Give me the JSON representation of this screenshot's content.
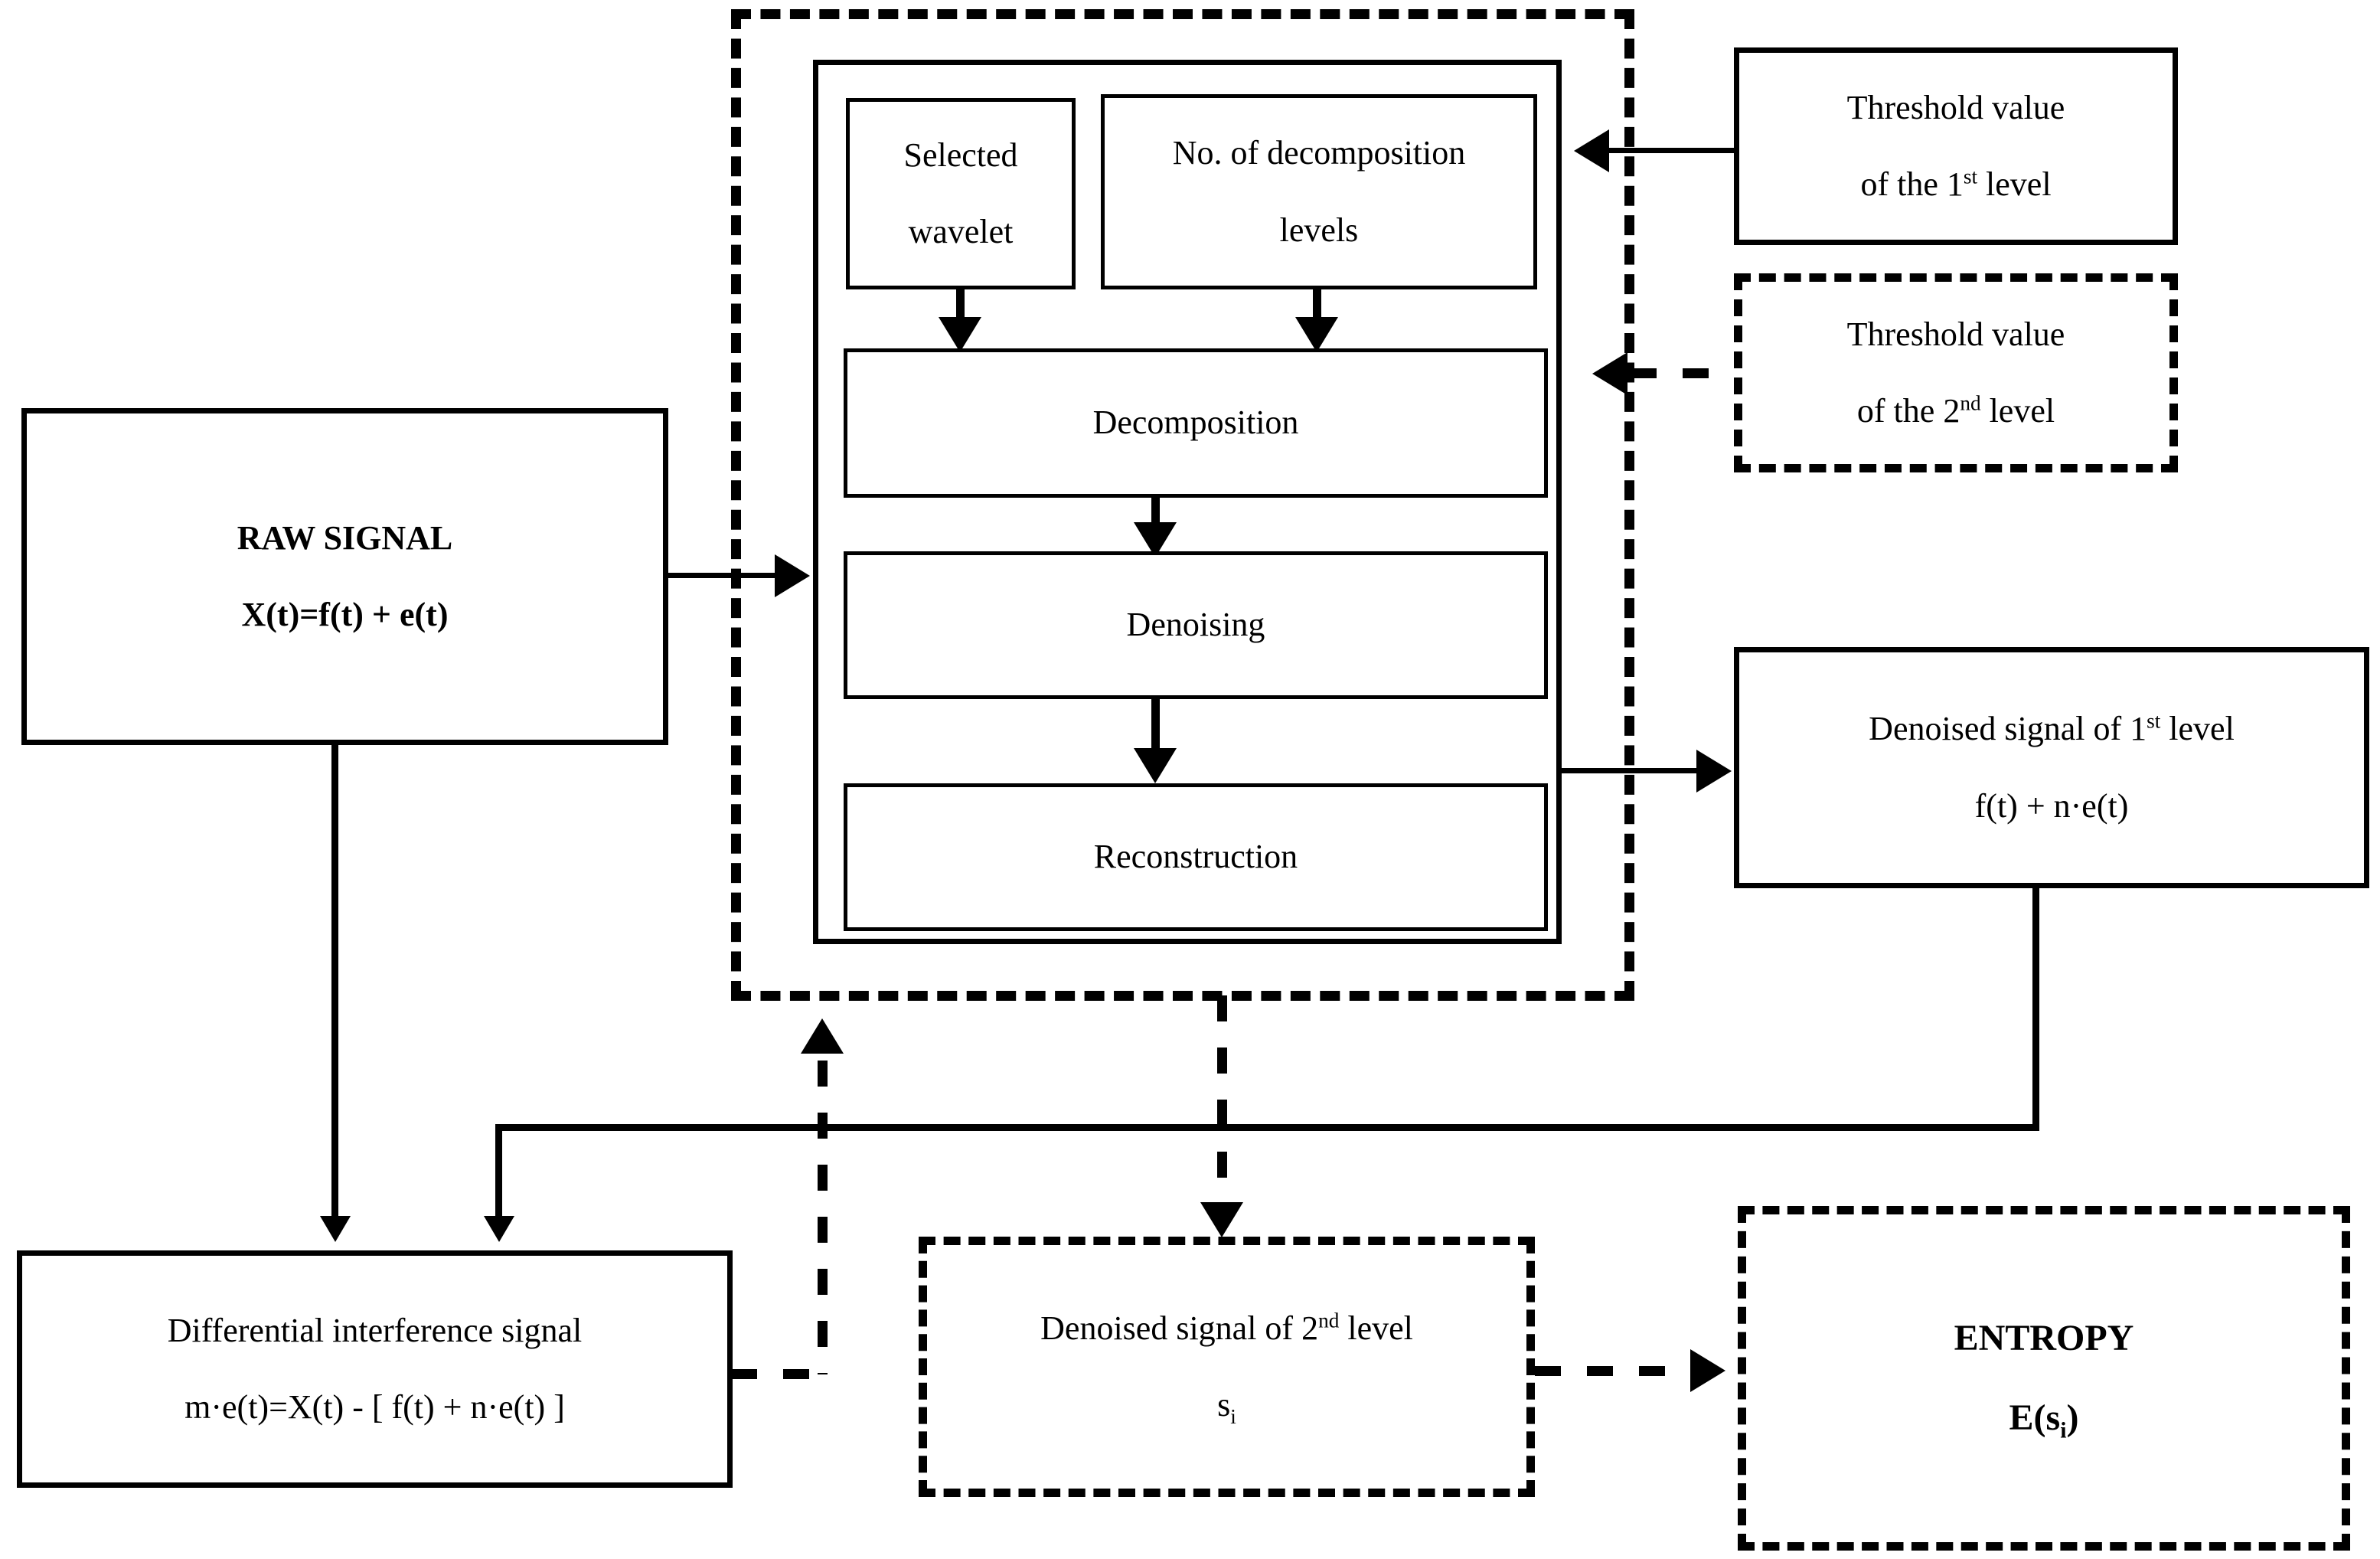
{
  "diagram": {
    "title": "Wavelet denoising and entropy flow diagram",
    "colors": {
      "stroke": "#000000",
      "background": "#ffffff"
    }
  },
  "nodes": {
    "raw_signal": {
      "line1": "RAW SIGNAL",
      "line2": "X(t)=f(t) + e(t)",
      "border": "solid"
    },
    "selected_wavelet": {
      "line1": "Selected",
      "line2": "wavelet",
      "border": "solid"
    },
    "decomposition_levels": {
      "line1": "No. of decomposition",
      "line2": "levels",
      "border": "solid"
    },
    "decomposition": {
      "line1": "Decomposition",
      "border": "solid"
    },
    "denoising": {
      "line1": "Denoising",
      "border": "solid"
    },
    "reconstruction": {
      "line1": "Reconstruction",
      "border": "solid"
    },
    "threshold_level1": {
      "line1": "Threshold value",
      "line2_pre": "of the 1",
      "line2_sup": "st",
      "line2_post": " level",
      "border": "solid"
    },
    "threshold_level2": {
      "line1": "Threshold value",
      "line2_pre": "of the 2",
      "line2_sup": "nd",
      "line2_post": " level",
      "border": "dashed"
    },
    "denoised_level1": {
      "line1_pre": "Denoised signal of 1",
      "line1_sup": "st",
      "line1_post": " level",
      "line2": "f(t) + n·e(t)",
      "border": "solid"
    },
    "denoised_level2": {
      "line1_pre": "Denoised signal of 2",
      "line1_sup": "nd",
      "line1_post": " level",
      "line2_pre": "s",
      "line2_sub": "i",
      "border": "dashed"
    },
    "differential_signal": {
      "line1": "Differential interference signal",
      "line2": "m·e(t)=X(t) - [ f(t) + n·e(t) ]",
      "border": "solid"
    },
    "entropy": {
      "line1": "ENTROPY",
      "line2_pre": "E(s",
      "line2_sub": "i",
      "line2_post": ")",
      "border": "dashed"
    }
  },
  "containers": {
    "wavelet_process_dashed": {
      "label": "wavelet denoising process outer dashed container"
    },
    "wavelet_process_solid": {
      "label": "wavelet denoising process inner solid container"
    }
  },
  "connectors": [
    {
      "name": "raw-to-process",
      "style": "solid",
      "from": "raw_signal",
      "to": "wavelet_process_dashed"
    },
    {
      "name": "threshold1-to-process",
      "style": "solid",
      "from": "threshold_level1",
      "to": "wavelet_process_dashed"
    },
    {
      "name": "threshold2-to-process",
      "style": "dashed",
      "from": "threshold_level2",
      "to": "wavelet_process_dashed"
    },
    {
      "name": "wavelet-to-decomposition",
      "style": "solid",
      "from": "selected_wavelet",
      "to": "decomposition"
    },
    {
      "name": "levels-to-decomposition",
      "style": "solid",
      "from": "decomposition_levels",
      "to": "decomposition"
    },
    {
      "name": "decomposition-to-denoising",
      "style": "solid",
      "from": "decomposition",
      "to": "denoising"
    },
    {
      "name": "denoising-to-reconstruction",
      "style": "solid",
      "from": "denoising",
      "to": "reconstruction"
    },
    {
      "name": "process-to-denoised1",
      "style": "solid",
      "from": "reconstruction",
      "to": "denoised_level1"
    },
    {
      "name": "raw-to-differential",
      "style": "solid",
      "from": "raw_signal",
      "to": "differential_signal"
    },
    {
      "name": "denoised1-to-differential",
      "style": "solid",
      "from": "denoised_level1",
      "to": "differential_signal"
    },
    {
      "name": "differential-to-process",
      "style": "dashed",
      "from": "differential_signal",
      "to": "wavelet_process_dashed"
    },
    {
      "name": "process-to-denoised2",
      "style": "dashed",
      "from": "wavelet_process_dashed",
      "to": "denoised_level2"
    },
    {
      "name": "denoised2-to-entropy",
      "style": "dashed",
      "from": "denoised_level2",
      "to": "entropy"
    }
  ]
}
